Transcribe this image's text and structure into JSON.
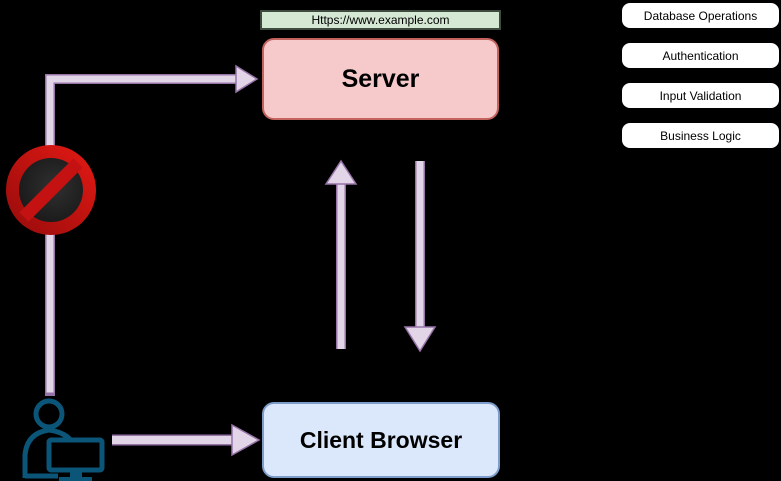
{
  "url_box": {
    "label": "Https://www.example.com"
  },
  "nodes": {
    "server": {
      "label": "Server"
    },
    "client": {
      "label": "Client Browser"
    }
  },
  "panel": {
    "items": [
      {
        "label": "Database Operations"
      },
      {
        "label": "Authentication"
      },
      {
        "label": "Input Validation"
      },
      {
        "label": "Business Logic"
      }
    ]
  },
  "icons": {
    "no_entry": "no-entry-icon",
    "user_computer": "user-at-computer-icon"
  },
  "colors": {
    "background": "#000000",
    "url_box_fill": "#d5e8d4",
    "server_fill": "#f6caca",
    "server_border": "#c4625e",
    "client_fill": "#dbe8fb",
    "client_border": "#7d9cc9",
    "panel_fill": "#ffffff",
    "arrow_fill": "#e1d5e7",
    "arrow_border": "#9673a6",
    "no_entry_red": "#c41212",
    "person_blue": "#0b5578"
  }
}
